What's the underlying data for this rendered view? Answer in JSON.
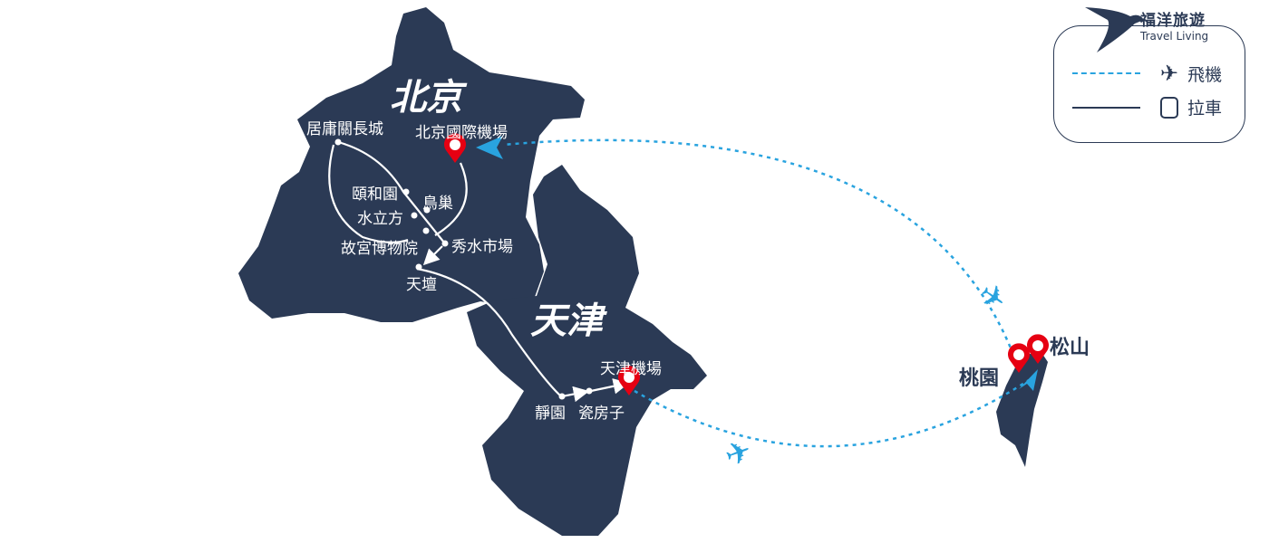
{
  "colors": {
    "land": "#2b3a55",
    "flight": "#29a3df",
    "pin": "#e60012",
    "route": "#ffffff"
  },
  "regions": {
    "beijing": "北京",
    "tianjin": "天津"
  },
  "places": {
    "juyongguan": "居庸關長城",
    "beijing_airport": "北京國際機場",
    "summer_palace": "頤和園",
    "birds_nest": "鳥巢",
    "water_cube": "水立方",
    "palace_museum": "故宮博物院",
    "silk_market": "秀水市場",
    "temple_of_heaven": "天壇",
    "tianjin_airport": "天津機場",
    "jingyuan": "靜園",
    "porcelain_house": "瓷房子",
    "songshan": "松山",
    "taoyuan": "桃園"
  },
  "brand": {
    "name_zh": "福洋旅遊",
    "name_en": "Travel Living"
  },
  "legend": {
    "flight": "飛機",
    "bus": "拉車",
    "flight_icon": "airplane-icon",
    "bus_icon": "bus-icon"
  }
}
